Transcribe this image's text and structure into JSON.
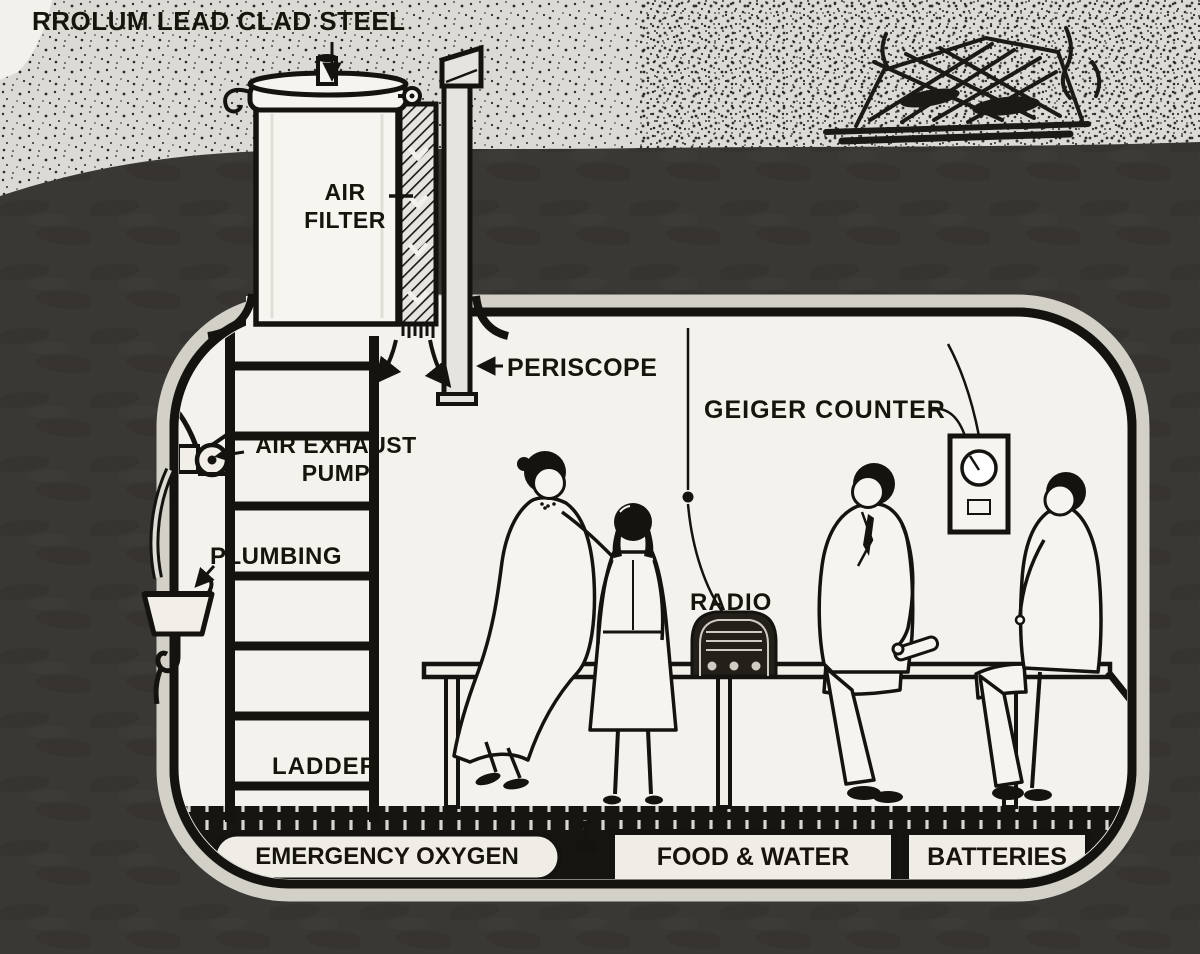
{
  "figure": {
    "labels": {
      "lead_clad_steel": "RROLUM LEAD CLAD STEEL",
      "air_filter": "AIR\nFILTER",
      "periscope": "PERISCOPE",
      "air_exhaust_pump": "AIR EXHAUST\nPUMP",
      "geiger_counter": "GEIGER COUNTER",
      "plumbing": "PLUMBING",
      "radio": "RADIO",
      "ladder": "LADDER"
    },
    "storage": {
      "emergency_oxygen": "EMERGENCY OXYGEN",
      "food_water": "FOOD & WATER",
      "batteries": "BATTERIES"
    },
    "colors": {
      "sky": "#dcdad4",
      "earth": "#3a3835",
      "shelter_interior": "#f4f2ec",
      "ink": "#15130f",
      "rim": "#d3d0c8"
    }
  }
}
